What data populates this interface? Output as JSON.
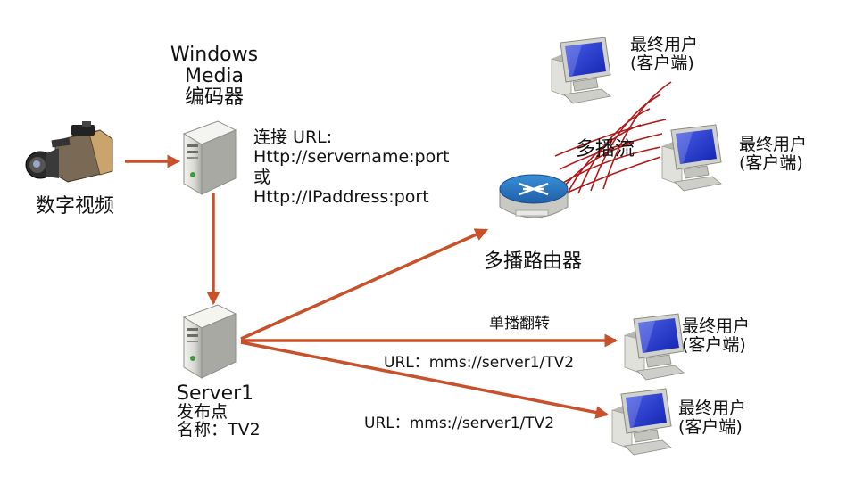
{
  "camera": {
    "label": "数字视频"
  },
  "encoder": {
    "line1": "Windows",
    "line2": "Media",
    "line3": "编码器"
  },
  "connect": {
    "line1": "连接 URL:",
    "line2": "Http://servername:port",
    "line3": "或",
    "line4": "Http://IPaddress:port"
  },
  "router": {
    "label": "多播路由器"
  },
  "multicast": {
    "label": "多播流"
  },
  "server": {
    "line1": "Server1",
    "line2": "发布点",
    "line3": "名称：TV2"
  },
  "unicast": {
    "label": "单播翻转"
  },
  "url_upper": "URL：mms://server1/TV2",
  "url_lower": "URL：mms://server1/TV2",
  "clients": [
    {
      "line1": "最终用户",
      "line2": "(客户端)"
    },
    {
      "line1": "最终用户",
      "line2": "(客户端)"
    },
    {
      "line1": "最终用户",
      "line2": "(客户端)"
    },
    {
      "line1": "最终用户",
      "line2": "(客户端)"
    }
  ],
  "colors": {
    "arrow": "#c8502a",
    "wave": "#b01818",
    "monitor": "#1d2fc9"
  }
}
